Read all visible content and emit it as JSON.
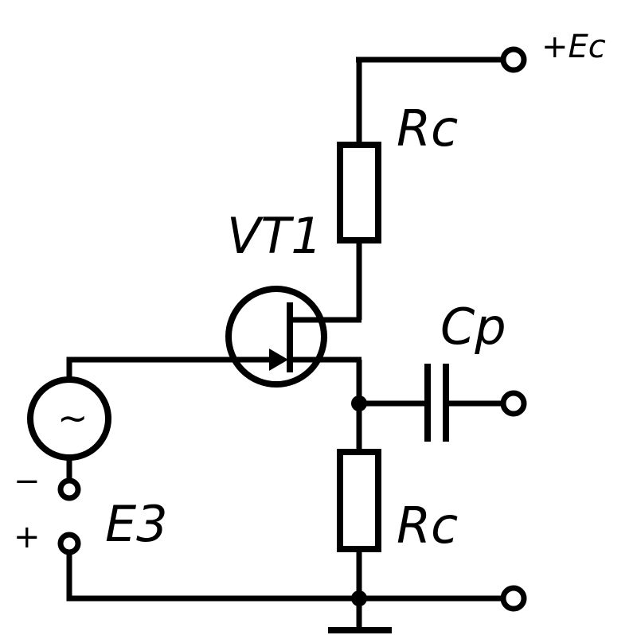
{
  "labels": {
    "supply": "+Ec",
    "drain_resistor": "Rc",
    "transistor": "VT1",
    "coupling_capacitor": "Cp",
    "source_resistor": "Rc",
    "bias_source": "E3",
    "minus_sign": "−",
    "plus_sign": "+",
    "ac_source_symbol": "~"
  }
}
